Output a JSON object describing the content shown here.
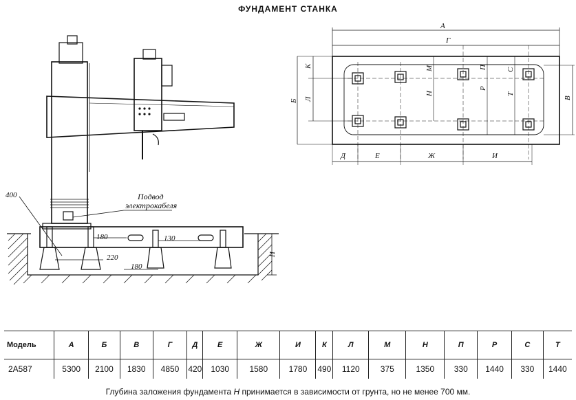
{
  "title": "ФУНДАМЕНТ СТАНКА",
  "side_view": {
    "dim_400": "400",
    "callout_line1": "Подвод",
    "callout_line2": "электрокабеля",
    "dim_180a": "180",
    "dim_130": "130",
    "dim_220": "220",
    "dim_180b": "180",
    "depth_label": "H"
  },
  "plan_view": {
    "label_A": "А",
    "label_G": "Г",
    "label_B": "Б",
    "label_V": "В",
    "label_K": "К",
    "label_L": "Л",
    "label_M": "М",
    "label_N": "Н",
    "label_P": "П",
    "label_R": "Р",
    "label_S": "С",
    "label_T": "Т",
    "label_D": "Д",
    "label_E": "Е",
    "label_Zh": "Ж",
    "label_I": "И"
  },
  "table": {
    "headers": [
      "Модель",
      "А",
      "Б",
      "В",
      "Г",
      "Д",
      "Е",
      "Ж",
      "И",
      "К",
      "Л",
      "М",
      "Н",
      "П",
      "Р",
      "С",
      "Т"
    ],
    "rows": [
      [
        "2А587",
        "5300",
        "2100",
        "1830",
        "4850",
        "420",
        "1030",
        "1580",
        "1780",
        "490",
        "1120",
        "375",
        "1350",
        "330",
        "1440",
        "330",
        "1440"
      ]
    ]
  },
  "note": {
    "before": "Глубина заложения фундамента ",
    "symbol": "Н",
    "after": " принимается в зависимости от грунта, но не менее 700 мм."
  }
}
